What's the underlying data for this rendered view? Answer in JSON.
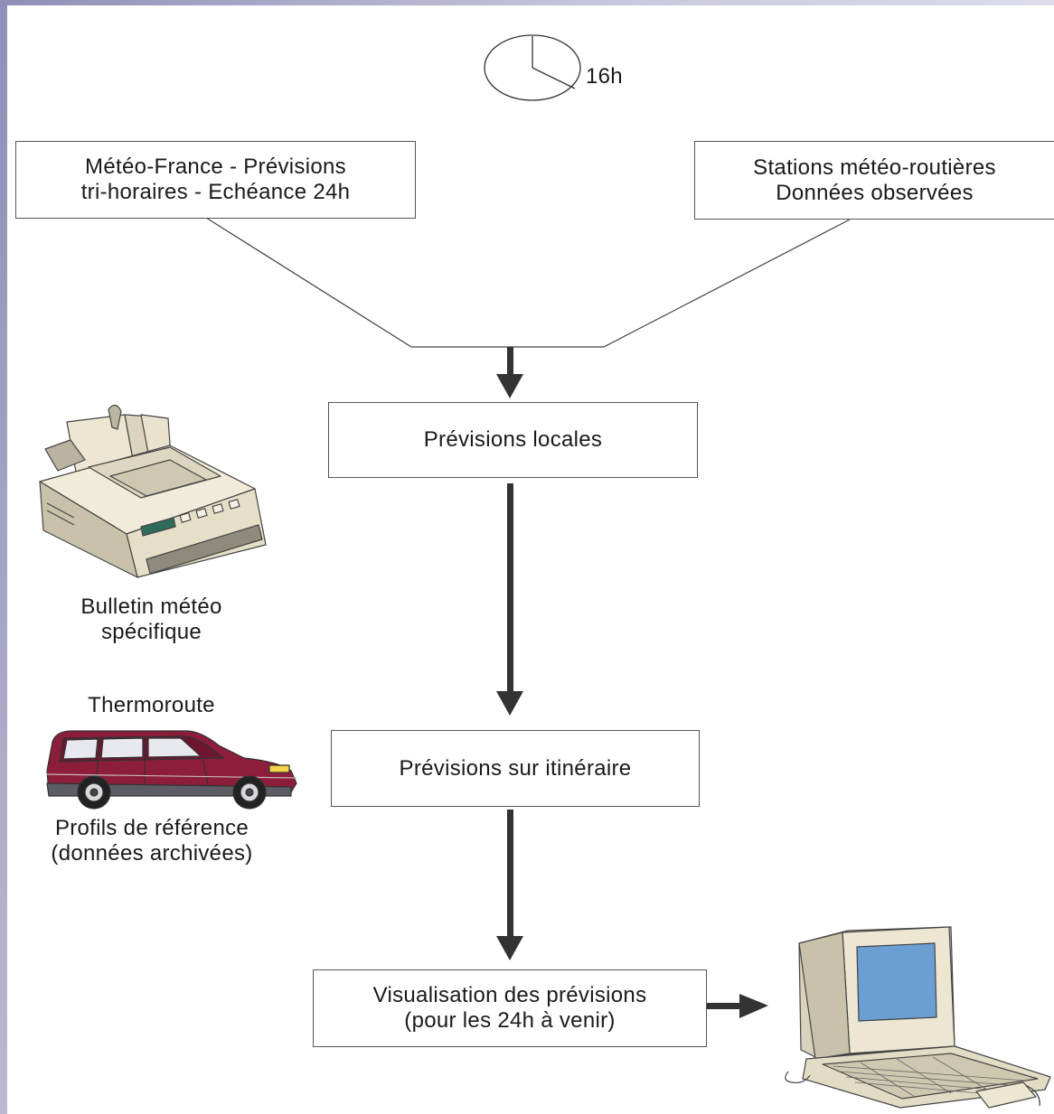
{
  "clock": {
    "time": "16h"
  },
  "sources": {
    "meteo_france": {
      "line1": "Météo-France - Prévisions",
      "line2": "tri-horaires - Echéance 24h"
    },
    "stations": {
      "line1": "Stations météo-routières",
      "line2": "Données observées"
    }
  },
  "steps": {
    "local_forecast": "Prévisions locales",
    "route_forecast": "Prévisions sur itinéraire",
    "visualisation": {
      "line1": "Visualisation des prévisions",
      "line2": "(pour les 24h à venir)"
    }
  },
  "side_items": {
    "bulletin": {
      "line1": "Bulletin météo",
      "line2": "spécifique"
    },
    "thermoroute": {
      "title": "Thermoroute",
      "line1": "Profils de référence",
      "line2": "(données archivées)"
    }
  }
}
